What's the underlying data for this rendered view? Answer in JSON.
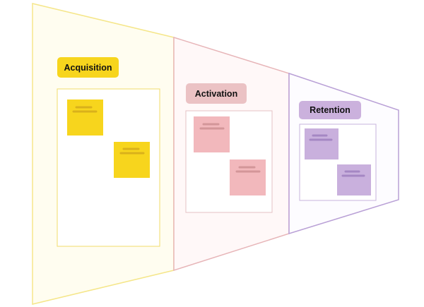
{
  "stages": [
    {
      "label": "Acquisition",
      "colors": {
        "fill": "#fffdf0",
        "border": "#f5e68a",
        "label_bg": "#f7d51d",
        "label_text": "#111111",
        "inner_border": "#f0dc6a",
        "note": "#f7d51d",
        "note_line": "#d9b11b"
      }
    },
    {
      "label": "Activation",
      "colors": {
        "fill": "#fff8f8",
        "border": "#e7b5b8",
        "label_bg": "#ebc2c4",
        "label_text": "#111111",
        "inner_border": "#e4c2c4",
        "note": "#f2b8bc",
        "note_line": "#d39699"
      }
    },
    {
      "label": "Retention",
      "colors": {
        "fill": "#fdfcff",
        "border": "#b9a0d6",
        "label_bg": "#cbb1dd",
        "label_text": "#111111",
        "inner_border": "#c7b3dc",
        "note": "#c9b0dd",
        "note_line": "#a587c3"
      }
    }
  ]
}
